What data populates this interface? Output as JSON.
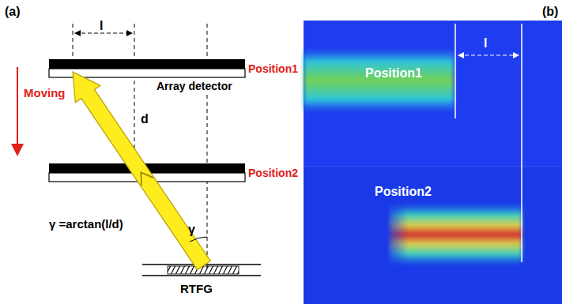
{
  "diagram": {
    "labels": [
      "(a)",
      "l",
      "Position1",
      "Array detector",
      "Moving",
      "d",
      "Position2",
      "γ =arctan(l/d)",
      "γ",
      "RTFG",
      "(b)",
      "Position1",
      "l",
      "Position2"
    ]
  }
}
